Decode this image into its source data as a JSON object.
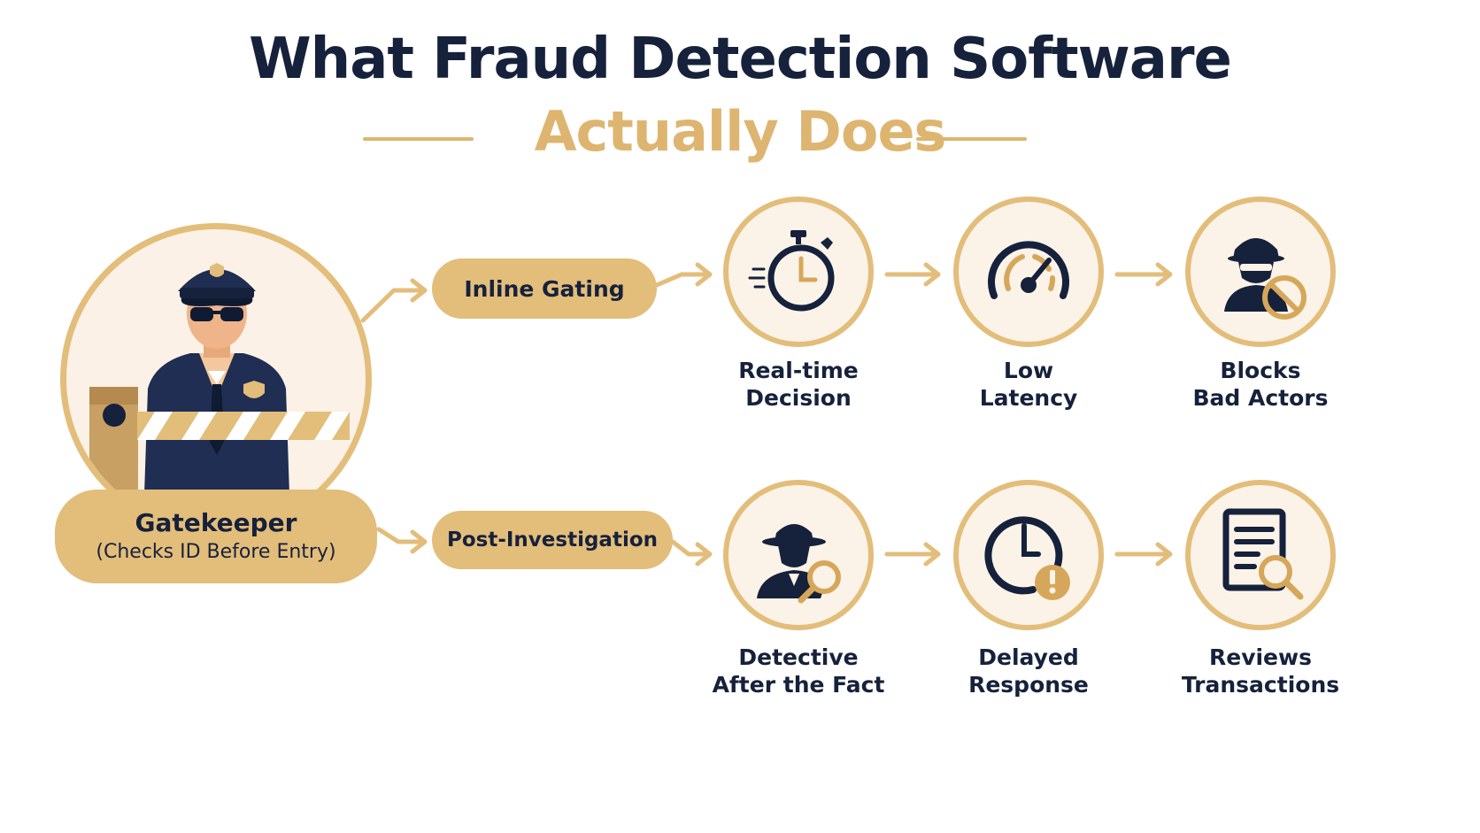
{
  "title": {
    "line1": "What Fraud Detection Software",
    "line2": "Actually Does"
  },
  "gatekeeper": {
    "label": "Gatekeeper",
    "sublabel": "(Checks ID Before Entry)",
    "icon": "police-officer-with-barrier-icon"
  },
  "rows": [
    {
      "pill": "Inline Gating",
      "steps": [
        {
          "icon": "stopwatch-icon",
          "line1": "Real-time",
          "line2": "Decision"
        },
        {
          "icon": "speedometer-icon",
          "line1": "Low",
          "line2": "Latency"
        },
        {
          "icon": "blocked-actor-icon",
          "line1": "Blocks",
          "line2": "Bad Actors"
        }
      ]
    },
    {
      "pill": "Post-Investigation",
      "steps": [
        {
          "icon": "detective-icon",
          "line1": "Detective",
          "line2": "After the Fact"
        },
        {
          "icon": "clock-alert-icon",
          "line1": "Delayed",
          "line2": "Response"
        },
        {
          "icon": "document-search-icon",
          "line1": "Reviews",
          "line2": "Transactions"
        }
      ]
    }
  ],
  "colors": {
    "navy": "#16213b",
    "gold": "#e3bd7a",
    "cream": "#fbf3e8"
  }
}
